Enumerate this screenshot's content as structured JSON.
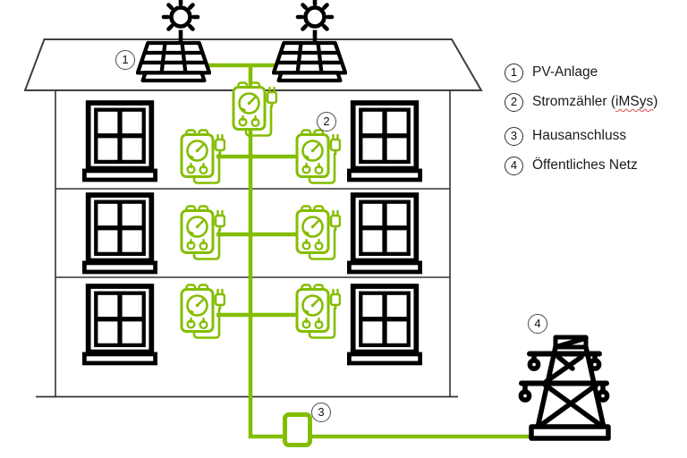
{
  "colors": {
    "accent_green": "#84bd00",
    "icon_black": "#000000",
    "building_outline": "#3a3a3a",
    "spellcheck_underline_red": "#dd4b4b"
  },
  "legend": {
    "items": [
      {
        "number": "1",
        "label": "PV-Anlage"
      },
      {
        "number": "2",
        "label_prefix": "Stromzähler (",
        "misspelled_word": "iMSys",
        "label_suffix": ")"
      },
      {
        "number": "3",
        "label": "Hausanschluss"
      },
      {
        "number": "4",
        "label": "Öffentliches Netz"
      }
    ]
  },
  "diagram": {
    "badges": {
      "pv_system": "1",
      "smart_meter": "2",
      "house_connection": "3",
      "public_grid": "4"
    },
    "icons": {
      "sun": "sun-icon",
      "solar_panel": "solar-panel-icon",
      "smart_meter": "smart-meter-icon",
      "window": "window-icon",
      "house_connection_box": "house-connection-box-icon",
      "transmission_tower": "transmission-tower-icon"
    }
  }
}
